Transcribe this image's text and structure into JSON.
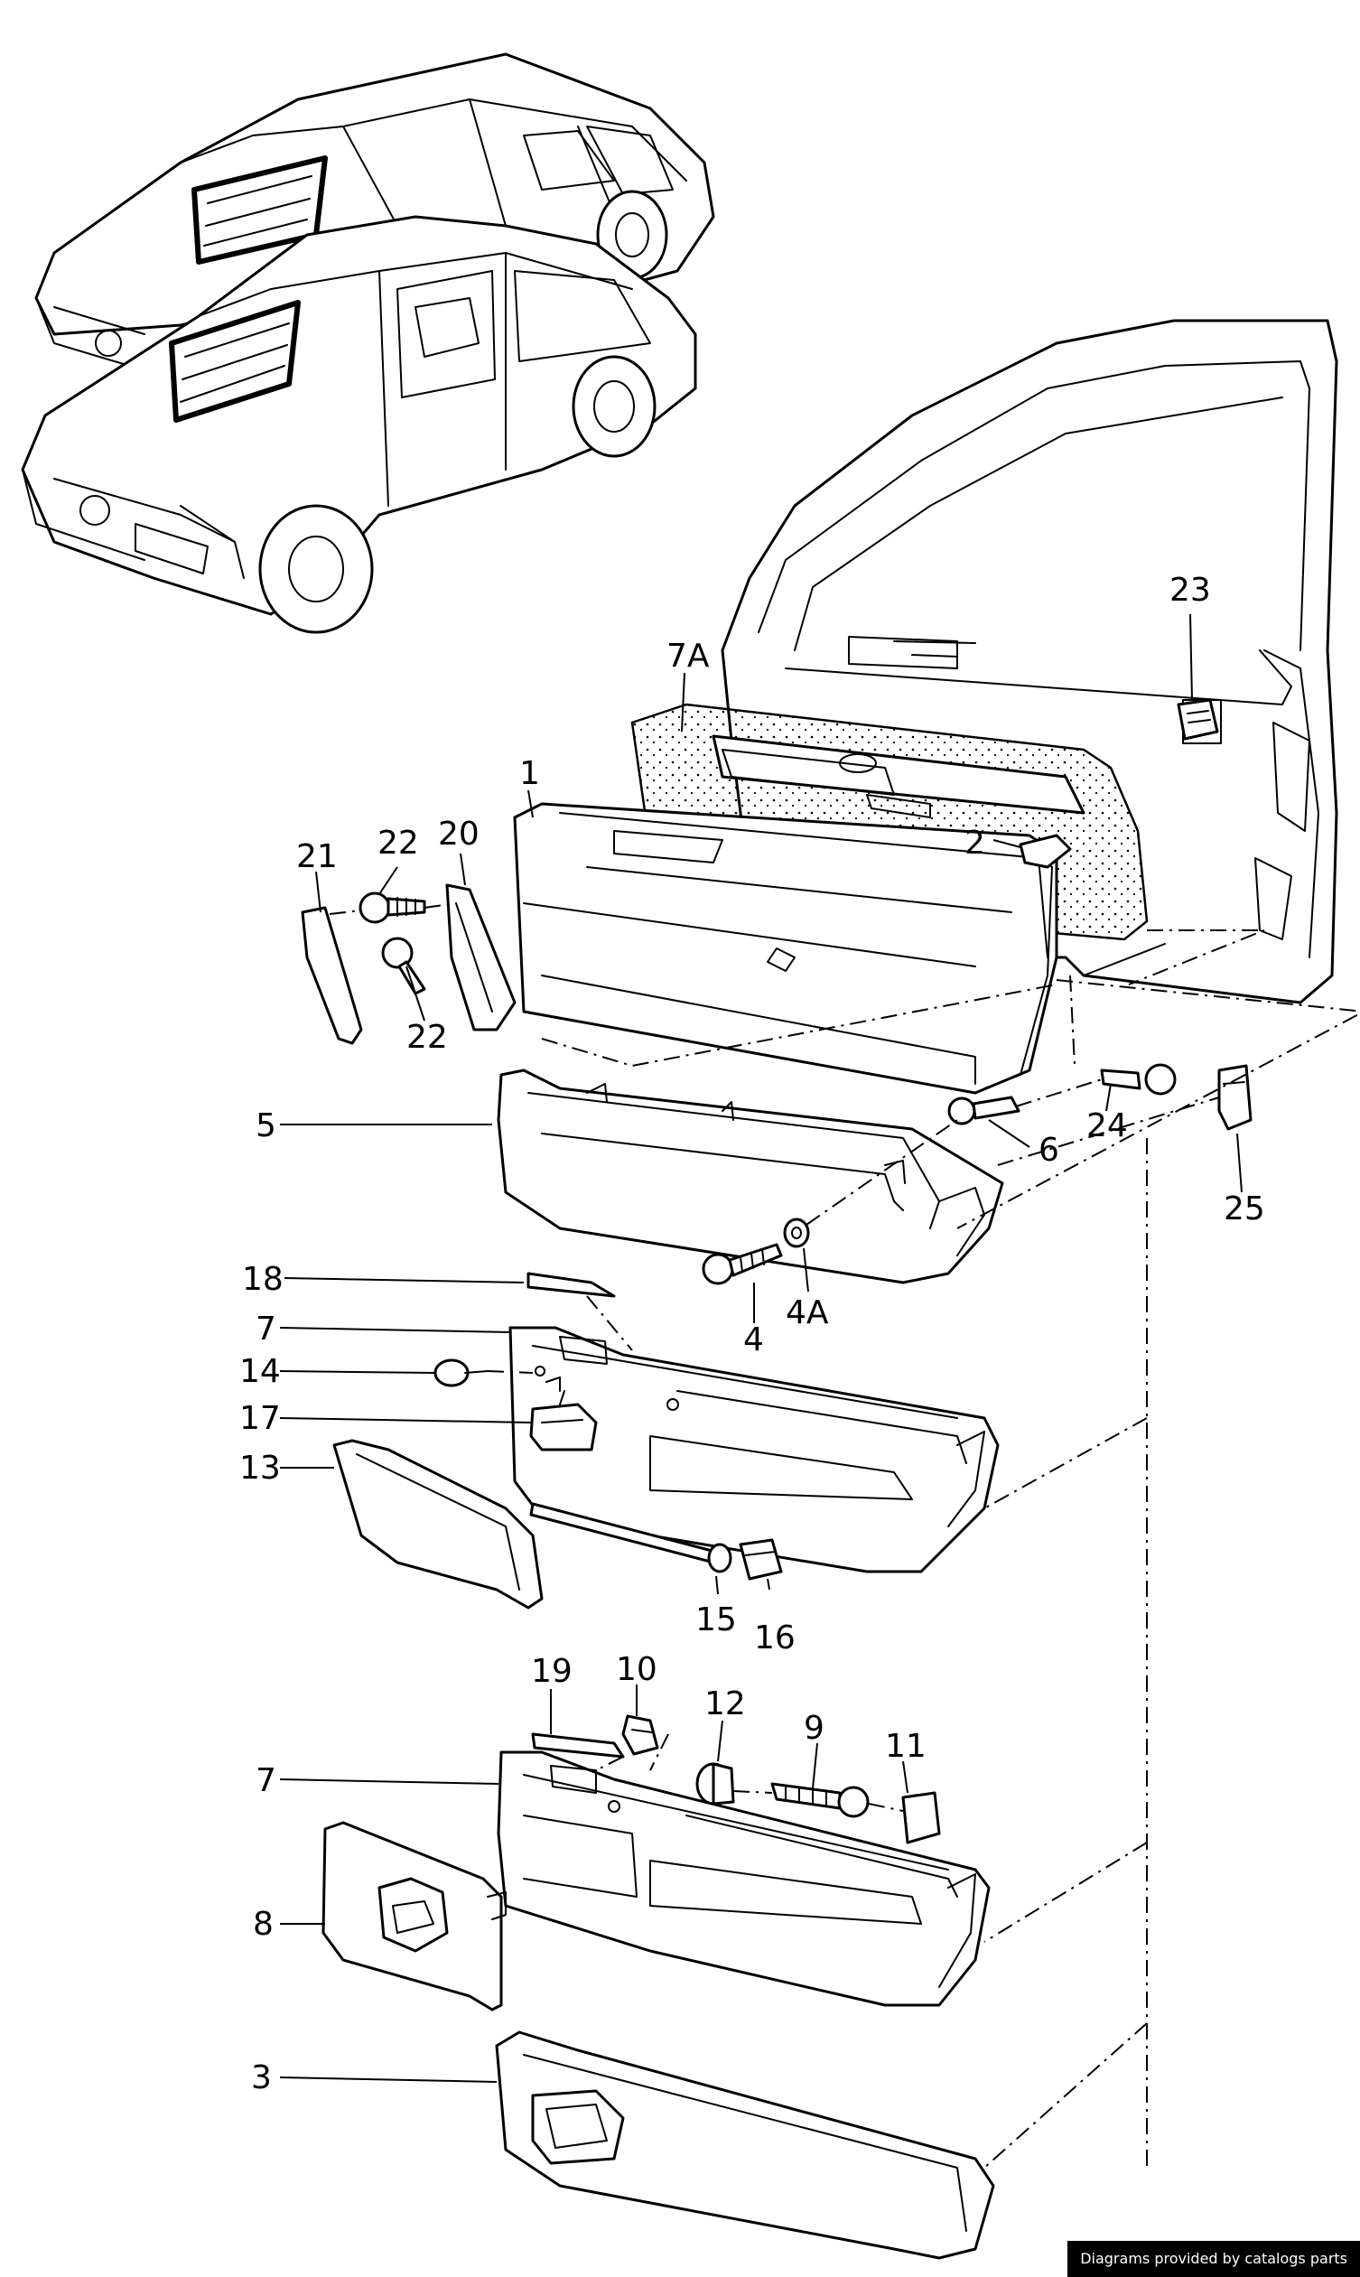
{
  "labels": {
    "p1": "1",
    "p2": "2",
    "p3": "3",
    "p4": "4",
    "p4a": "4A",
    "p5": "5",
    "p6": "6",
    "p7a": "7",
    "p7b": "7",
    "p7A": "7A",
    "p8": "8",
    "p9": "9",
    "p10": "10",
    "p11": "11",
    "p12": "12",
    "p13": "13",
    "p14": "14",
    "p15": "15",
    "p16": "16",
    "p17": "17",
    "p18": "18",
    "p19": "19",
    "p20": "20",
    "p21": "21",
    "p22a": "22",
    "p22b": "22",
    "p23": "23",
    "p24": "24",
    "p25": "25"
  },
  "watermark": "Diagrams provided by catalogs parts",
  "icons": {
    "brand_badge": "vw-badge-icon"
  }
}
